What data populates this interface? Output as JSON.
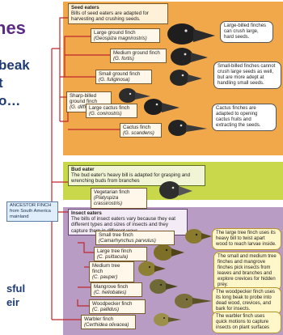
{
  "left_cut": {
    "title": "nes",
    "lines": [
      "beak",
      "t",
      "o…"
    ],
    "bottom_lines": [
      "sful",
      "eir"
    ]
  },
  "ancestor": {
    "label": "ANCESTOR FINCH",
    "sublabel": "from South America mainland"
  },
  "seed": {
    "header": "Seed eaters",
    "desc": "Bills of seed eaters are adapted for harvesting and crushing seeds.",
    "large_ground": {
      "name": "Large ground finch",
      "latin": "(Geospiza magnirostris)"
    },
    "medium_ground": {
      "name": "Medium ground finch",
      "latin": "(G. fortis)"
    },
    "small_ground": {
      "name": "Small ground finch",
      "latin": "(G. fuliginosa)"
    },
    "sharp_billed": {
      "name": "Sharp-billed ground finch",
      "latin": "(G. difficilis)"
    },
    "large_cactus": {
      "name": "Large cactus finch",
      "latin": "(G. conirostris)"
    },
    "cactus": {
      "name": "Cactus finch",
      "latin": "(G. scandens)"
    },
    "note_large": "Large-billed finches can crush large, hard seeds.",
    "note_small": "Small-billed finches cannot crush large seeds as well, but are more adept at handling small seeds.",
    "note_cactus": "Cactus finches are adapted to opening cactus fruits and extracting the seeds."
  },
  "bud": {
    "header": "Bud eater",
    "desc": "The bud eater's heavy bill is adapted for grasping and wrenching buds from branches",
    "vegetarian": {
      "name": "Vegetarian finch",
      "latin": "(Platyspiza crassirostris)"
    }
  },
  "insect": {
    "header": "Insect eaters",
    "desc": "The bills of insect eaters vary because they eat different types and sizes of insects and they capture them in different ways",
    "small_tree": {
      "name": "Small tree finch",
      "latin": "(Camarhynchus parvulus)"
    },
    "large_tree": {
      "name": "Large tree finch",
      "latin": "(C. psittacula)"
    },
    "medium_tree": {
      "name": "Medium tree finch",
      "latin": "(C. pauper)"
    },
    "mangrove": {
      "name": "Mangrove finch",
      "latin": "(C. heliobates)"
    },
    "woodpecker": {
      "name": "Woodpecker finch",
      "latin": "(C. pallidus)"
    },
    "warbler": {
      "name": "Warbler finch",
      "latin": "(Certhidea olivacea)"
    },
    "note_large_tree": "The large tree finch uses its heavy bill to twist apart wood to reach larvae inside.",
    "note_medium": "The small and medium tree finches and mangrove finches pick insects from leaves and branches and explore crevices for hidden prey.",
    "note_woodpecker": "The woodpecker finch uses its long beak to probe into dead wood, crevices, and bark for insects.",
    "note_warbler": "The warbler finch uses quick motions to capture insects on plant surfaces"
  },
  "colors": {
    "seed_panel": "#f1a84b",
    "bud_panel": "#c8d84a",
    "insect_panel": "#b89cc4",
    "tree_lines": "#c0262c",
    "title_purple": "#5b2a86"
  }
}
